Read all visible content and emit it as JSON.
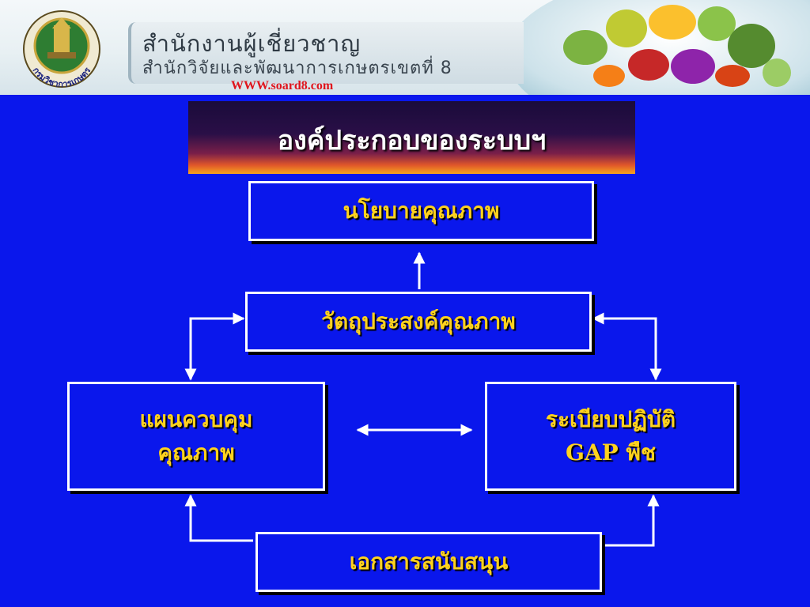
{
  "header": {
    "org_line1": "สำนักงานผู้เชี่ยวชาญ",
    "org_line2": "สำนักวิจัยและพัฒนาการเกษตรเขตที่ 8",
    "url": "WWW.soard8.com",
    "logo_caption": "กรมวิชาการเกษตร",
    "logo_icon": "department-seal-icon",
    "decoration_icon": "fruits-image"
  },
  "slide": {
    "title": "องค์ประกอบของระบบฯ"
  },
  "diagram": {
    "nodes": {
      "policy": {
        "lines": [
          "นโยบายคุณภาพ"
        ]
      },
      "objective": {
        "lines": [
          "วัตถุประสงค์คุณภาพ"
        ]
      },
      "control_plan": {
        "lines": [
          "แผนควบคุม",
          "คุณภาพ"
        ]
      },
      "gap": {
        "lines": [
          "ระเบียบปฏิบัติ",
          "GAP พืช"
        ]
      },
      "documents": {
        "lines": [
          "เอกสารสนับสนุน"
        ]
      }
    },
    "edges": [
      {
        "from": "objective",
        "to": "policy",
        "direction": "forward"
      },
      {
        "from": "objective",
        "to": "control_plan",
        "direction": "both"
      },
      {
        "from": "objective",
        "to": "gap",
        "direction": "both"
      },
      {
        "from": "control_plan",
        "to": "gap",
        "direction": "both"
      },
      {
        "from": "documents",
        "to": "control_plan",
        "direction": "forward"
      },
      {
        "from": "documents",
        "to": "gap",
        "direction": "forward"
      }
    ]
  },
  "colors": {
    "background": "#0a17ec",
    "node_text": "#ffd21e",
    "node_border": "#ffffff",
    "arrow": "#ffffff",
    "url_text": "#e0141c"
  }
}
